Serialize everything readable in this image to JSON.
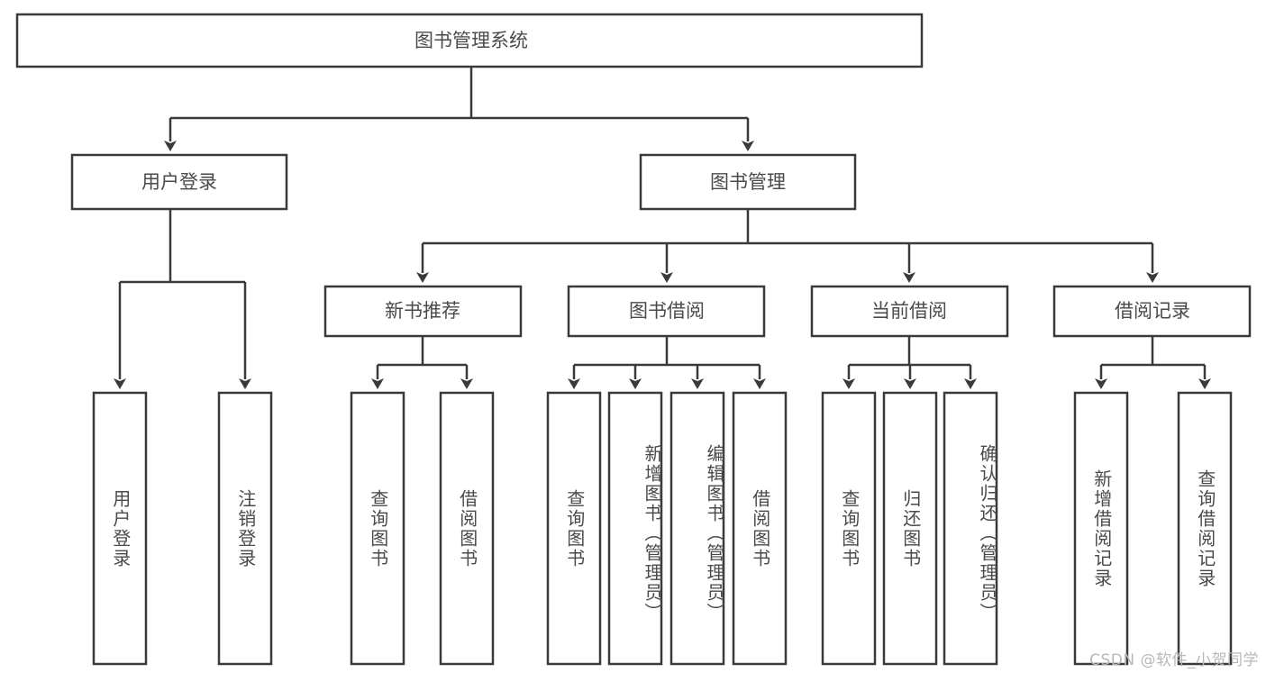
{
  "diagram": {
    "type": "hierarchy-tree",
    "title": "图书管理系统",
    "watermark": "CSDN @软件_小贺同学",
    "colors": {
      "stroke": "#3a3a3a",
      "text": "#4a4a4a",
      "background": "#ffffff",
      "watermark": "#b8b8b8"
    },
    "levels": {
      "root": {
        "label": "图书管理系统"
      },
      "level2": [
        {
          "label": "用户登录"
        },
        {
          "label": "图书管理"
        }
      ],
      "level3": [
        {
          "label": "新书推荐"
        },
        {
          "label": "图书借阅"
        },
        {
          "label": "当前借阅"
        },
        {
          "label": "借阅记录"
        }
      ],
      "leaves": {
        "user_login": [
          {
            "label": "用户登录"
          },
          {
            "label": "注销登录"
          }
        ],
        "new_book": [
          {
            "label": "查询图书"
          },
          {
            "label": "借阅图书"
          }
        ],
        "book_borrow": [
          {
            "label": "查询图书"
          },
          {
            "label": "新增图书（管理员）"
          },
          {
            "label": "编辑图书（管理员）"
          },
          {
            "label": "借阅图书"
          }
        ],
        "current_borrow": [
          {
            "label": "查询图书"
          },
          {
            "label": "归还图书"
          },
          {
            "label": "确认归还（管理员）"
          }
        ],
        "borrow_record": [
          {
            "label": "新增借阅记录"
          },
          {
            "label": "查询借阅记录"
          }
        ]
      }
    }
  }
}
